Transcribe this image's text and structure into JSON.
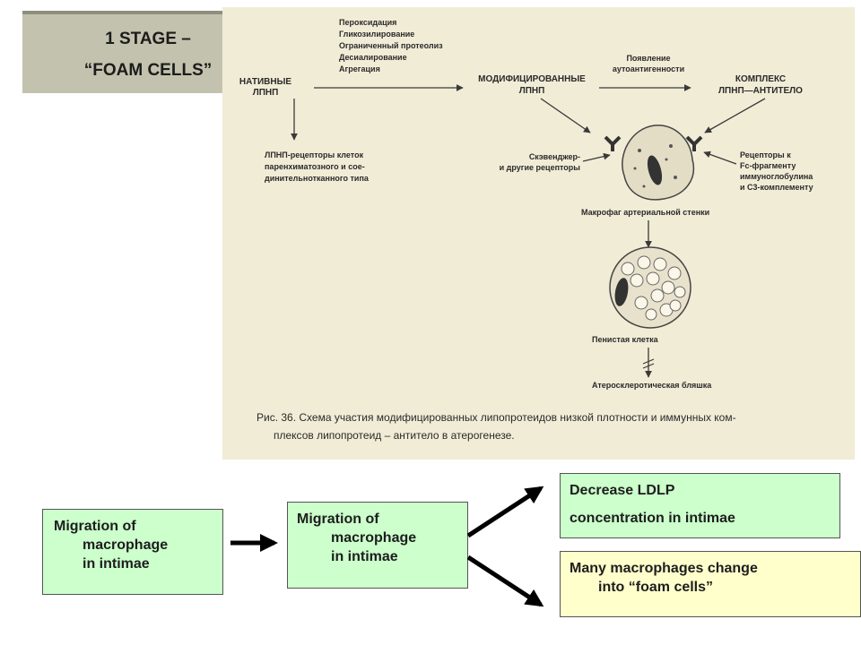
{
  "title": {
    "line1": "1 STAGE –",
    "line2": "“FOAM CELLS”"
  },
  "figure": {
    "native_ldl": [
      "НАТИВНЫЕ",
      "ЛПНП"
    ],
    "processes": [
      "Пероксидация",
      "Гликозилирование",
      "Ограниченный протеолиз",
      "Десиалирование",
      "Агрегация"
    ],
    "modified_ldl": [
      "МОДИФИЦИРОВАННЫЕ",
      "ЛПНП"
    ],
    "autoantigen": [
      "Появление",
      "аутоантигенности"
    ],
    "complex": [
      "КОМПЛЕКС",
      "ЛПНП—АНТИТЕЛО"
    ],
    "ldl_receptors": [
      "ЛПНП-рецепторы клеток",
      "паренхиматозного и сое-",
      "динительнотканного типа"
    ],
    "scavenger": [
      "Скэвенджер-",
      "и другие рецепторы"
    ],
    "fc_receptors": [
      "Рецепторы к",
      "Fc-фрагменту",
      "иммуноглобулина",
      "и С3-комплементу"
    ],
    "macrophage": "Макрофаг артериальной стенки",
    "foam_cell": "Пенистая клетка",
    "plaque": "Атеросклеротическая бляшка",
    "caption": [
      "Рис. 36. Схема участия модифицированных липопротеидов низкой плотности и иммунных ком-",
      "плексов липопротеид – антитело в атерогенезе."
    ]
  },
  "flow": {
    "box1": [
      "Migration of",
      "macrophage",
      "in intimae"
    ],
    "box2": [
      "Migration of",
      "macrophage",
      "in intimae"
    ],
    "box3": [
      "Decrease LDLP",
      "concentration in intimae"
    ],
    "box4": [
      "Many macrophages change",
      "into “foam cells”"
    ]
  },
  "colors": {
    "banner": "#c2c2ae",
    "scan_bg": "#f1ecd6",
    "green_box": "#ccffcc",
    "yellow_box": "#ffffcc"
  }
}
